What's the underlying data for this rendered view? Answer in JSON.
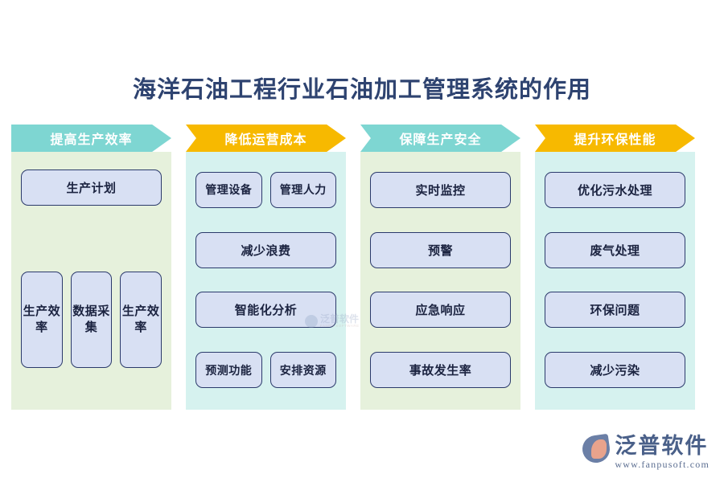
{
  "page": {
    "title": "海洋石油工程行业石油加工管理系统的作用"
  },
  "columns": [
    {
      "banner_label": "提高生产效率",
      "banner_color": "#7ed6d2",
      "body_color": "#e6f1dc",
      "layout": "col1",
      "rows": [
        {
          "nodes": [
            {
              "label": "生产计划",
              "shape": "wide"
            }
          ]
        },
        {
          "nodes": [
            {
              "label": "生产效率",
              "shape": "tall"
            },
            {
              "label": "数据采集",
              "shape": "tall"
            },
            {
              "label": "生产效率",
              "shape": "tall"
            }
          ]
        }
      ]
    },
    {
      "banner_label": "降低运营成本",
      "banner_color": "#f7b900",
      "body_color": "#d6f2ef",
      "layout": "stack",
      "rows": [
        {
          "nodes": [
            {
              "label": "管理设备",
              "shape": "half"
            },
            {
              "label": "管理人力",
              "shape": "half"
            }
          ]
        },
        {
          "nodes": [
            {
              "label": "减少浪费",
              "shape": "wide"
            }
          ]
        },
        {
          "nodes": [
            {
              "label": "智能化分析",
              "shape": "wide"
            }
          ]
        },
        {
          "nodes": [
            {
              "label": "预测功能",
              "shape": "half"
            },
            {
              "label": "安排资源",
              "shape": "half"
            }
          ]
        }
      ]
    },
    {
      "banner_label": "保障生产安全",
      "banner_color": "#7ed6d2",
      "body_color": "#e6f1dc",
      "layout": "stack",
      "rows": [
        {
          "nodes": [
            {
              "label": "实时监控",
              "shape": "wide"
            }
          ]
        },
        {
          "nodes": [
            {
              "label": "预警",
              "shape": "wide"
            }
          ]
        },
        {
          "nodes": [
            {
              "label": "应急响应",
              "shape": "wide"
            }
          ]
        },
        {
          "nodes": [
            {
              "label": "事故发生率",
              "shape": "wide"
            }
          ]
        }
      ]
    },
    {
      "banner_label": "提升环保性能",
      "banner_color": "#f7b900",
      "body_color": "#d6f2ef",
      "layout": "stack",
      "rows": [
        {
          "nodes": [
            {
              "label": "优化污水处理",
              "shape": "wide"
            }
          ]
        },
        {
          "nodes": [
            {
              "label": "废气处理",
              "shape": "wide"
            }
          ]
        },
        {
          "nodes": [
            {
              "label": "环保问题",
              "shape": "wide"
            }
          ]
        },
        {
          "nodes": [
            {
              "label": "减少污染",
              "shape": "wide"
            }
          ]
        }
      ]
    }
  ],
  "watermark": {
    "text": "泛普软件",
    "subtext": "FANPU SOFTWARE"
  },
  "brand": {
    "name": "泛普软件",
    "url": "www.fanpusoft.com"
  },
  "theme": {
    "title_color": "#2e4370",
    "node_fill": "#d8e0f3",
    "node_border": "#2b3a6b",
    "teal": "#7ed6d2",
    "amber": "#f7b900",
    "green_bg": "#e6f1dc",
    "cyan_bg": "#d6f2ef"
  }
}
